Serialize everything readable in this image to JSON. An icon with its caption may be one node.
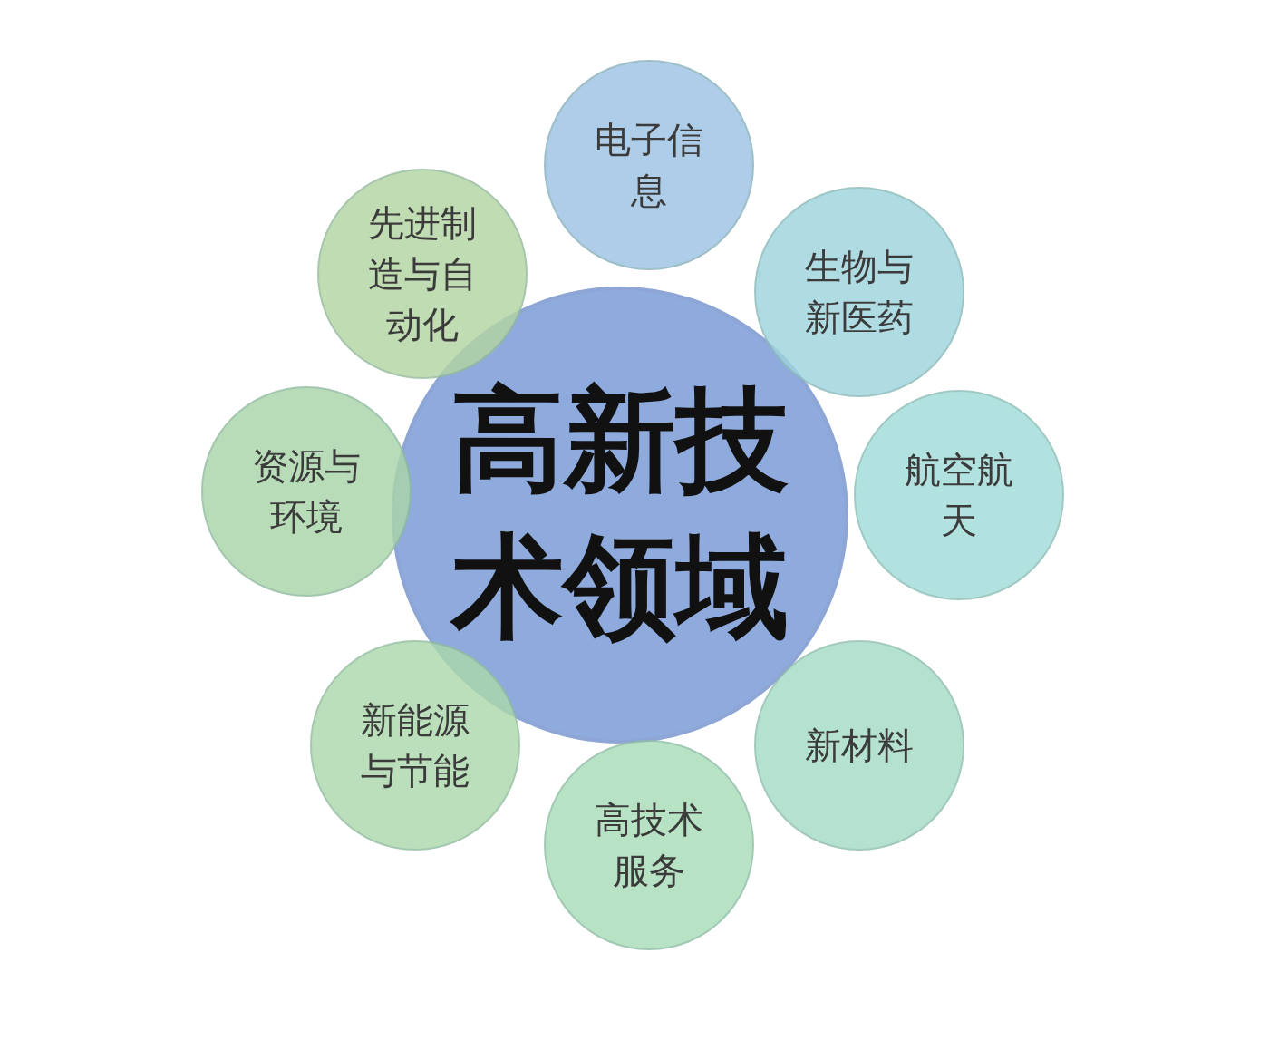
{
  "diagram": {
    "nodes": [
      {
        "text": [
          "高新技术领域"
        ]
      },
      {
        "text": [
          "电子信息"
        ]
      },
      {
        "text": [
          "生物与新医药"
        ]
      },
      {
        "text": [
          "航空航天"
        ]
      },
      {
        "text": [
          "新材料"
        ]
      },
      {
        "text": [
          "高技术服务"
        ]
      },
      {
        "text": [
          "新能源与节能"
        ]
      },
      {
        "text": [
          "资源与环境"
        ]
      },
      {
        "text": [
          "先进制造与自动化"
        ]
      }
    ]
  }
}
